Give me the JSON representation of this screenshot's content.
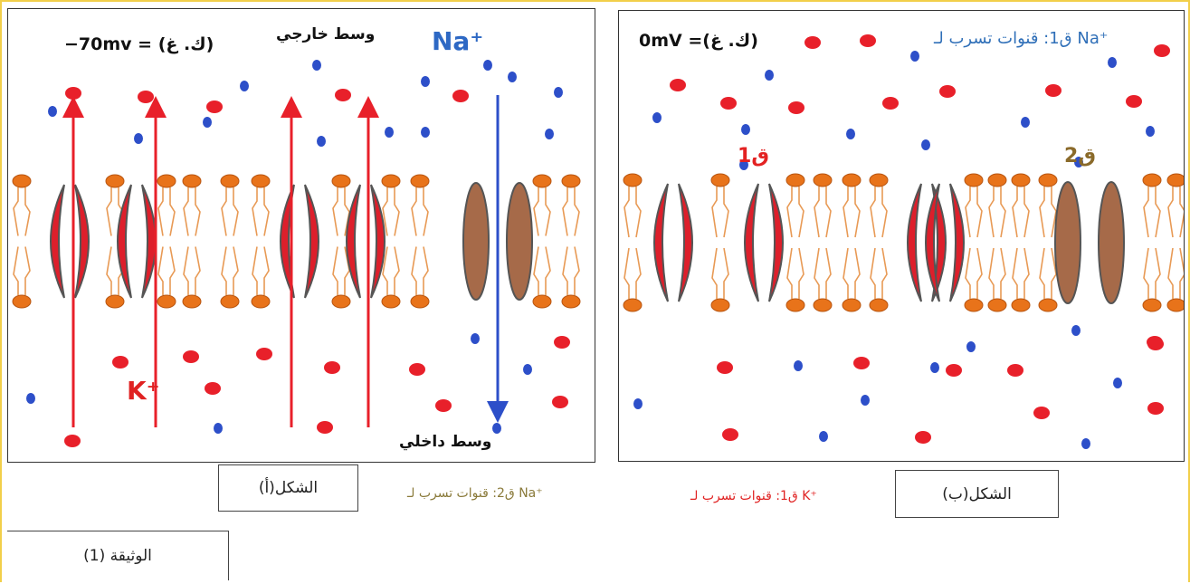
{
  "document_label": "الوثيقة (1)",
  "figure_a": {
    "caption": "الشكل(أ)",
    "potential": "−70mv = (ك. غ)",
    "outer_medium": "وسط خارجي",
    "inner_medium": "وسط داخلي",
    "ion_na": "Na⁺",
    "ion_k": "K⁺",
    "legend": "ق2: قنوات تسرب لـ Na⁺"
  },
  "figure_b": {
    "caption": "الشكل(ب)",
    "potential": "0mV =(ك. غ)",
    "channel_1_label": "ق1",
    "channel_2_label": "ق2",
    "legend_top": "ق1: قنوات تسرب لـ Na⁺",
    "legend_bottom": "ق1: قنوات تسرب لـ K⁺"
  },
  "colors": {
    "potassium": "#e8202a",
    "sodium": "#2d4fc9",
    "k_channel": "#dd1f2b",
    "na_channel": "#a66a49",
    "lipid_head": "#e8731a",
    "lipid_tail": "#e89a55",
    "frame": "#f2cf4a",
    "legend_na": "#8a7a3a",
    "legend_na_top": "#2f6fb8",
    "label_channel_1": "#e32222",
    "label_channel_2": "#8a6a2a"
  }
}
